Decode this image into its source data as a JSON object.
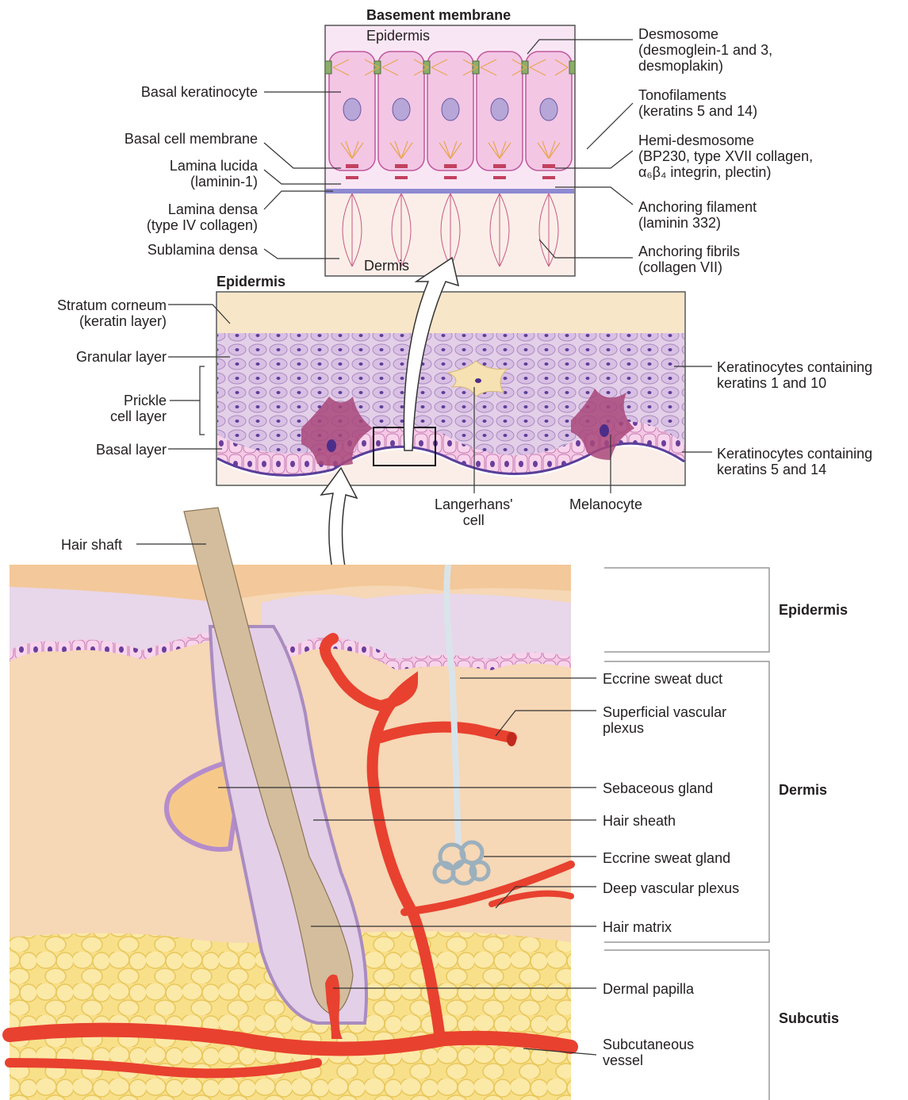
{
  "top_panel": {
    "title": "Basement membrane",
    "epidermis": "Epidermis",
    "dermis": "Dermis",
    "left_labels": [
      "Basal keratinocyte",
      "Basal cell membrane",
      "Lamina lucida\n(laminin-1)",
      "Lamina densa\n(type IV collagen)",
      "Sublamina densa"
    ],
    "right_labels": [
      "Desmosome\n(desmoglein-1 and 3,\ndesmoplakin)",
      "Tonofilaments\n(keratins 5 and 14)",
      "Hemi-desmosome\n(BP230, type XVII collagen,\nα₆β₄ integrin, plectin)",
      "Anchoring filament\n(laminin 332)",
      "Anchoring fibrils\n(collagen VII)"
    ]
  },
  "middle_panel": {
    "title": "Epidermis",
    "left_labels": [
      "Stratum corneum\n(keratin layer)",
      "Granular layer",
      "Prickle\ncell layer",
      "Basal layer"
    ],
    "right_labels": [
      "Keratinocytes containing\nkeratins 1 and 10",
      "Keratinocytes containing\nkeratins 5 and 14"
    ],
    "bottom_labels": [
      "Langerhans'\ncell",
      "Melanocyte"
    ]
  },
  "bottom_panel": {
    "hair_shaft": "Hair shaft",
    "right_labels": [
      "Eccrine sweat duct",
      "Superficial vascular\nplexus",
      "Sebaceous gland",
      "Hair sheath",
      "Eccrine sweat gland",
      "Deep vascular plexus",
      "Hair matrix",
      "Dermal papilla",
      "Subcutaneous\nvessel"
    ],
    "regions": [
      "Epidermis",
      "Dermis",
      "Subcutis"
    ]
  },
  "colors": {
    "cell_pink": "#f3c6e4",
    "nucleus": "#b7a6d8",
    "vessel": "#e8412f",
    "dermis": "#f6d7b6",
    "fat": "#f7dd7a"
  }
}
